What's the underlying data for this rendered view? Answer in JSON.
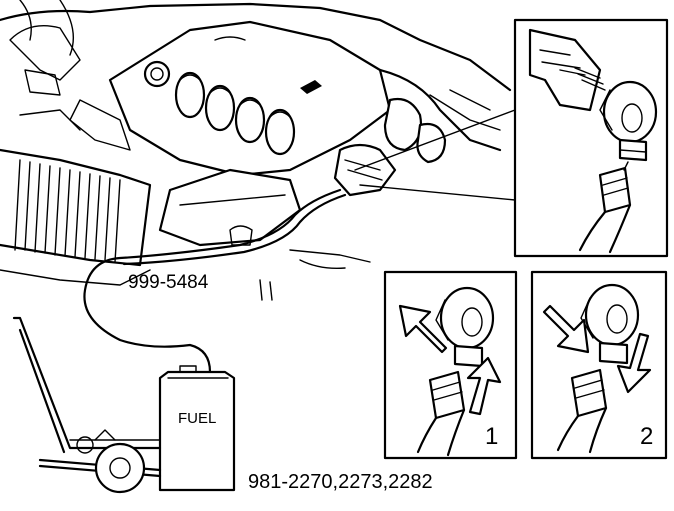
{
  "labels": {
    "tool_pressure_gauge": "999-5484",
    "fuel_can": "FUEL",
    "tool_kit_numbers": "981-2270,2273,2282",
    "step_1": "1",
    "step_2": "2"
  }
}
